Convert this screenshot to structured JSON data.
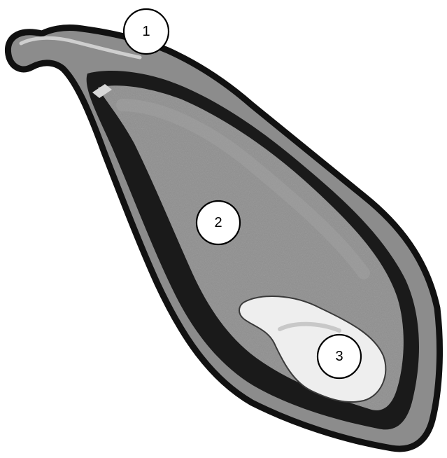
{
  "figure": {
    "subject": "cell-illustration",
    "colors": {
      "background": "#ffffff",
      "outer_outline": "#111111",
      "outer_layer": "#8c8c8c",
      "inner_band": "#1a1a1a",
      "cytoplasm": "#8f8f8f",
      "vacuole": "#eeeeee"
    },
    "markers": [
      {
        "id": "marker-1",
        "label": "1"
      },
      {
        "id": "marker-2",
        "label": "2"
      },
      {
        "id": "marker-3",
        "label": "3"
      }
    ]
  }
}
